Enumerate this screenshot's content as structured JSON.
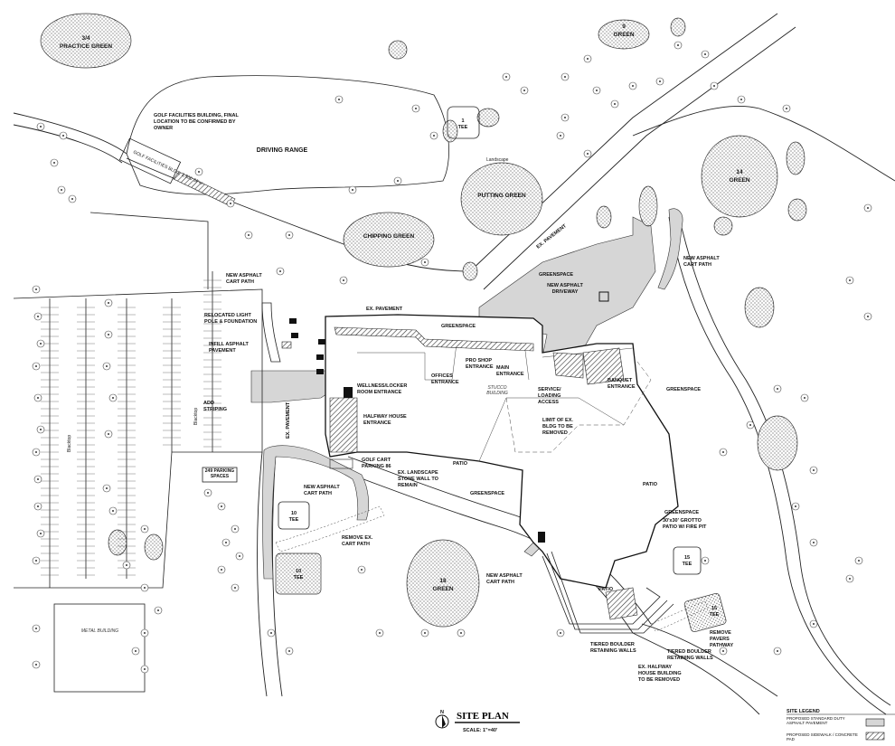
{
  "greens": {
    "practice": {
      "num": "3/4",
      "label": "PRACTICE GREEN"
    },
    "g9": {
      "num": "9",
      "label": "GREEN"
    },
    "putting": "PUTTING GREEN",
    "chipping": "CHIPPING GREEN",
    "g14": {
      "num": "14",
      "label": "GREEN"
    },
    "g18": {
      "num": "18",
      "label": "GREEN"
    }
  },
  "tees": {
    "t1": {
      "num": "1",
      "label": "TEE"
    },
    "t10a": {
      "num": "10",
      "label": "TEE"
    },
    "t10b": {
      "num": "10",
      "label": "TEE"
    },
    "t15a": {
      "num": "15",
      "label": "TEE"
    },
    "t15b": {
      "num": "15",
      "label": "TEE"
    }
  },
  "labels": {
    "driving_range": "DRIVING RANGE",
    "golf_facilities": "GOLF FACILITIES BUILDING, FINAL LOCATION TO BE CONFIRMED BY OWNER",
    "golf_facilities_box": "GOLF FACILITIES BLDG. 2,500 SF+/-",
    "ex_pavement_top": "EX. PAVEMENT",
    "ex_pavement_road": "EX. PAVEMENT",
    "ex_pavement_left": "EX. PAVEMENT",
    "greenspace_1": "GREENSPACE",
    "greenspace_2": "GREENSPACE",
    "greenspace_3": "GREENSPACE",
    "greenspace_4": "GREENSPACE",
    "greenspace_5": "GREENSPACE",
    "new_asphalt_driveway": "NEW ASPHALT DRIVEWAY",
    "new_asphalt_cart_path_1": "NEW ASPHALT CART PATH",
    "new_asphalt_cart_path_2": "NEW ASPHALT CART PATH",
    "new_asphalt_cart_path_3": "NEW ASPHALT CART PATH",
    "new_asphalt_cart_path_4": "NEW ASPHALT CART PATH",
    "relocated_light": "RELOCATED LIGHT POLE & FOUNDATION",
    "infill_asphalt": "INFILL ASPHALT PAVEMENT",
    "add_striping": "ADD STRIPING",
    "parking_spaces": "249 PARKING SPACES",
    "wellness": "WELLNESS/LOCKER ROOM ENTRANCE",
    "halfway_house": "HALFWAY HOUSE ENTRANCE",
    "offices": "OFFICES ENTRANCE",
    "pro_shop": "PRO SHOP ENTRANCE",
    "main_entrance": "MAIN ENTRANCE",
    "stucco": "STUCCO BUILDING",
    "service": "SERVICE/ LOADING ACCESS",
    "banquet": "BANQUET ENTRANCE",
    "limit_ex_bldg": "LIMIT OF EX. BLDG TO BE REMOVED",
    "patio_1": "PATIO",
    "patio_2": "PATIO",
    "patio_3": "PATIO",
    "golf_cart_parking": "GOLF CART PARKING 86",
    "ex_landscape": "EX. LANDSCAPE STONE WALL TO REMAIN",
    "remove_cart_path": "REMOVE EX. CART PATH",
    "grotto": "30'x30' GROTTO PATIO W/ FIRE PIT",
    "tiered_1": "TIERED BOULDER RETAINING WALLS",
    "tiered_2": "TIERED BOULDER RETAINING WALLS",
    "halfway_removed": "EX. HALFWAY HOUSE BUILDING TO BE REMOVED",
    "remove_pavers": "REMOVE PAVERS PATHWAY",
    "metal_building": "METAL BUILDING",
    "blacktop_1": "Blacktop",
    "blacktop_2": "Blacktop",
    "landscape": "Landscape"
  },
  "title_block": {
    "north": "N",
    "title": "SITE PLAN",
    "scale": "SCALE: 1\"=40'"
  },
  "legend": {
    "title": "SITE LEGEND",
    "item1": "PROPOSED STANDARD DUTY ASPHALT PAVEMENT",
    "item2": "PROPOSED SIDEWALK / CONCRETE PAD"
  }
}
